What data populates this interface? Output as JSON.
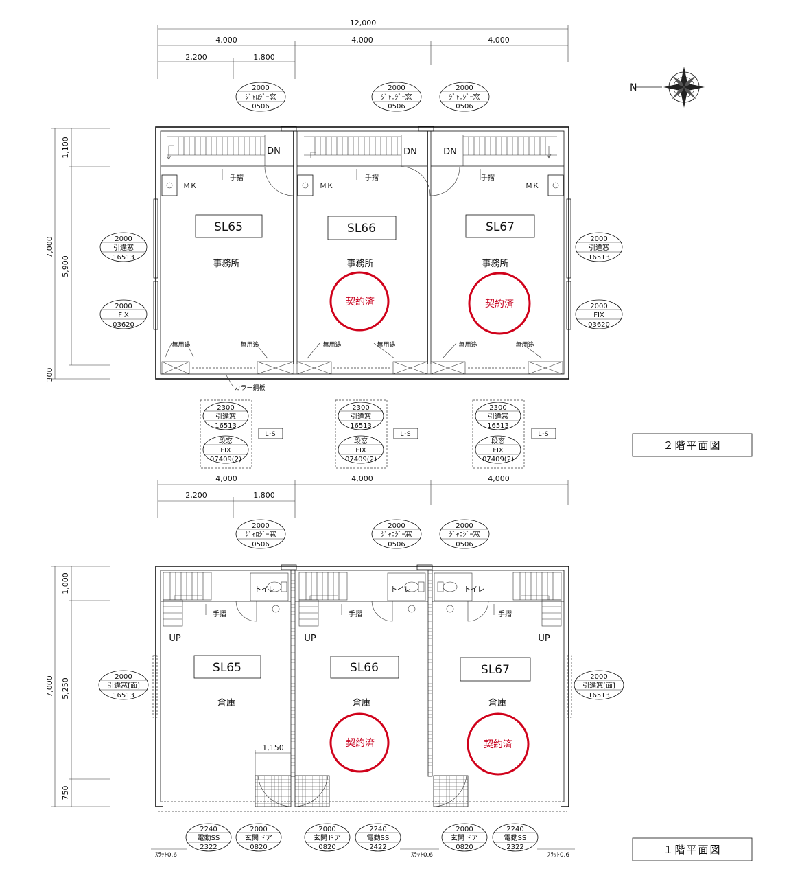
{
  "dims": {
    "total_width": "12,000",
    "bay": "4,000",
    "sub_a": "2,200",
    "sub_b": "1,800",
    "f2_height_total": "7,000",
    "f2_stair": "1,100",
    "f2_room": "5,900",
    "f2_base": "300",
    "f1_height_total": "7,000",
    "f1_stair": "1,000",
    "f1_room": "5,250",
    "f1_front": "750",
    "f1_partition": "1,150"
  },
  "window_tags": {
    "jalousie": [
      "2000",
      "ｼﾞｬﾛｼﾞｰ窓",
      "0506"
    ],
    "sliding_side": [
      "2000",
      "引違窓",
      "16513"
    ],
    "fix_side": [
      "2000",
      "FIX",
      "03620"
    ],
    "sliding_front": [
      "2300",
      "引違窓",
      "16513"
    ],
    "step_fix": [
      "段窓",
      "FIX",
      "07409(2)"
    ],
    "sliding_face": [
      "2000",
      "引違窓[面]",
      "16513"
    ],
    "shutter_a": [
      "2240",
      "電動SS",
      "2322"
    ],
    "shutter_b": [
      "2240",
      "電動SS",
      "2422"
    ],
    "entry_door": [
      "2000",
      "玄関ドア",
      "0820"
    ]
  },
  "labels": {
    "dn": "DN",
    "up": "UP",
    "mk": "ＭＫ",
    "handrail": "手摺",
    "unused": "無用途",
    "toilet": "トイレ",
    "color_steel": "カラー鋼板",
    "ls": "L･S",
    "slat": "ｽﾗｯﾄ0.6",
    "north": "N"
  },
  "floor2": {
    "title": "２階平面図",
    "units": [
      {
        "id": "SL65",
        "room": "事務所",
        "stamp": ""
      },
      {
        "id": "SL66",
        "room": "事務所",
        "stamp": "契約済"
      },
      {
        "id": "SL67",
        "room": "事務所",
        "stamp": "契約済"
      }
    ]
  },
  "floor1": {
    "title": "１階平面図",
    "units": [
      {
        "id": "SL65",
        "room": "倉庫",
        "stamp": ""
      },
      {
        "id": "SL66",
        "room": "倉庫",
        "stamp": "契約済"
      },
      {
        "id": "SL67",
        "room": "倉庫",
        "stamp": "契約済"
      }
    ]
  },
  "colors": {
    "stamp": "#c8001e",
    "line": "#111111"
  }
}
